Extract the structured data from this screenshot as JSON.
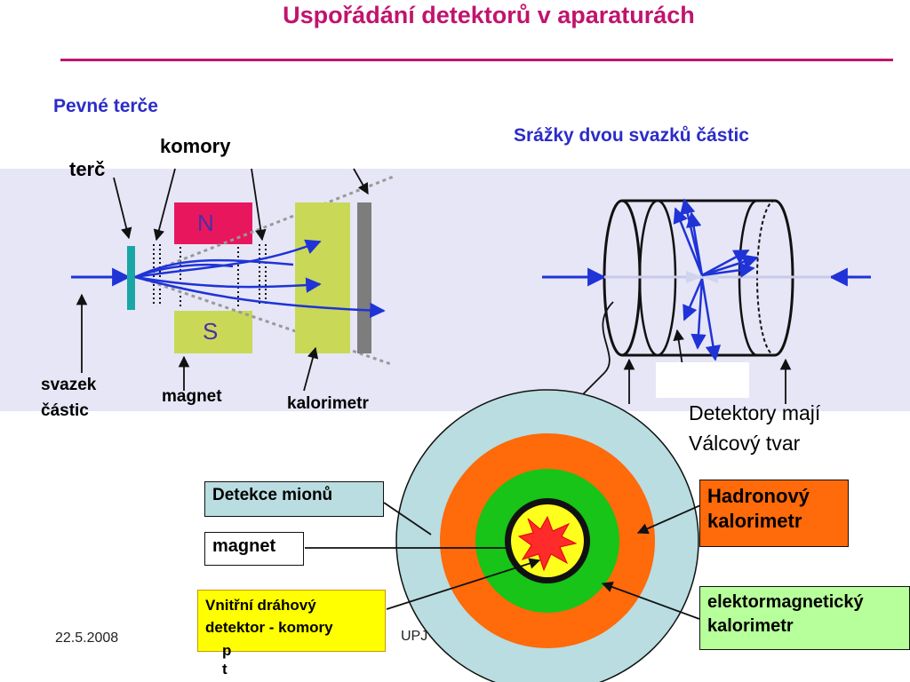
{
  "slide": {
    "title": "Uspořádání detektorů v aparaturách",
    "fixed_target_heading": "Pevné terče",
    "collider_heading": "Srážky dvou svazků částic",
    "fixed_target": {
      "label_komory": "komory",
      "label_terc": "terč",
      "magnet_north": "N",
      "magnet_south": "S",
      "label_svazek_line1": "svazek",
      "label_svazek_line2": "částic",
      "label_magnet": "magnet",
      "label_kalorimetr": "kalorimetr"
    },
    "collider": {
      "caption_line1": "Detektory mají",
      "caption_line2": "Válcový tvar"
    },
    "layers": {
      "muon": "Detekce mionů",
      "magnet": "magnet",
      "hadron_line1": "Hadronový",
      "hadron_line2": "kalorimetr",
      "tracker_line1": "Vnitřní dráhový",
      "tracker_line2": "detektor - komory",
      "em_line1": "elektormagnetický",
      "em_line2": "kalorimetr"
    },
    "footer": {
      "date": "22.5.2008",
      "partial_text": "UPJ",
      "stray_char_1": "p",
      "stray_char_2": "t"
    }
  },
  "colors": {
    "title": "#c0146e",
    "heading": "#2c2cc8",
    "band": "#e6e6f7",
    "muon_layer": "#b9dde0",
    "hadron_layer": "#ff6a0a",
    "em_layer": "#17c417",
    "tracker_layer": "#ffff1e",
    "em_box": "#b7ff9a",
    "tracker_box": "#ffff00",
    "beam_blue": "#1f33d6"
  }
}
